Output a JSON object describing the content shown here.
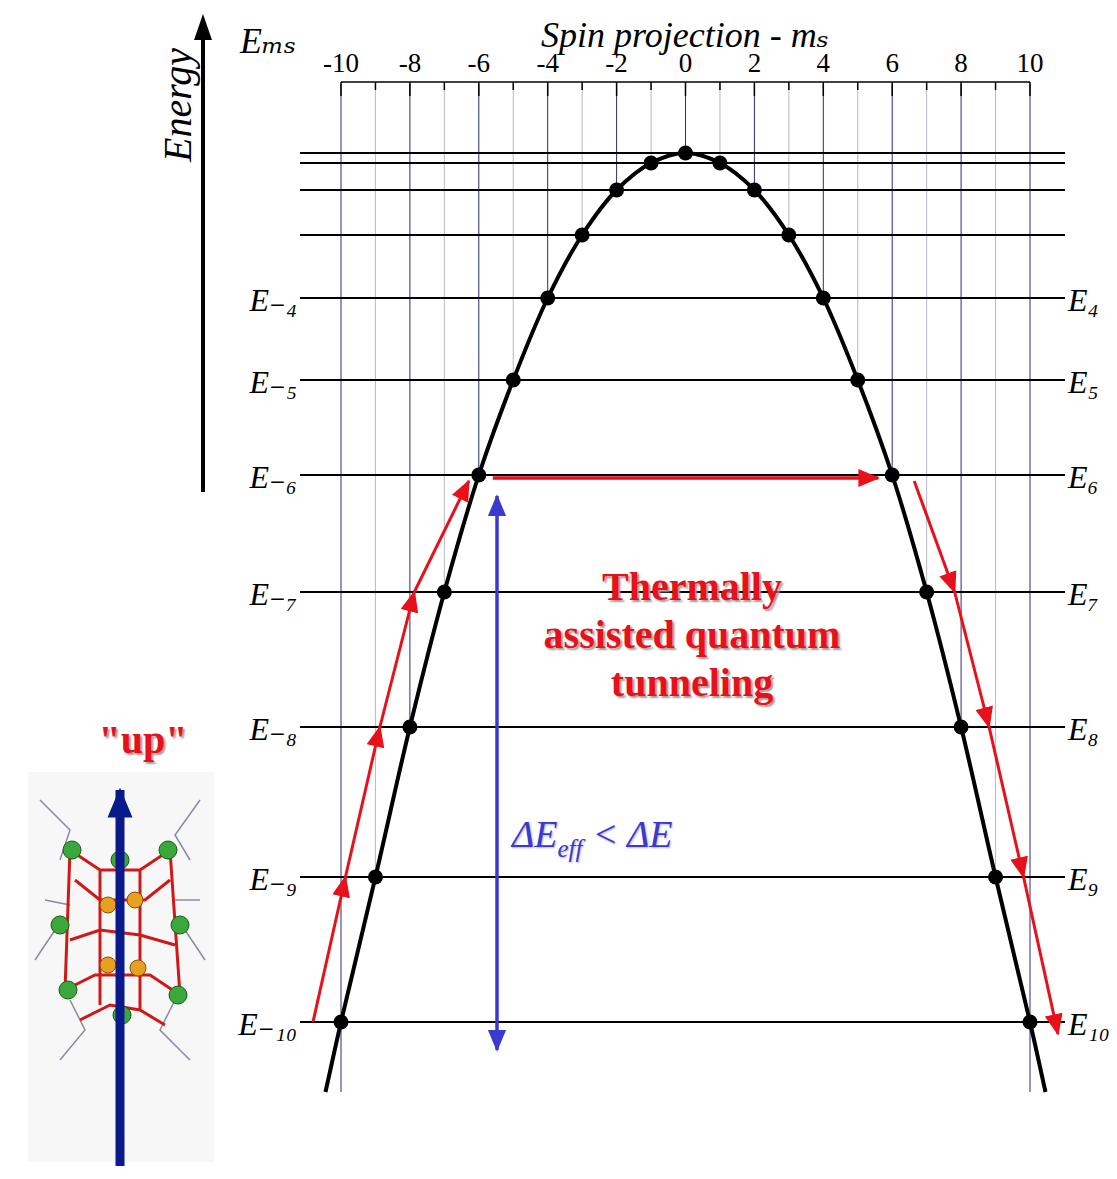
{
  "diagram": {
    "labels": [
      "Eₘₛ",
      "Spin projection - mₛ",
      "Energy",
      "-10",
      "-8",
      "-6",
      "-4",
      "-2",
      "0",
      "2",
      "4",
      "6",
      "8",
      "10",
      "E₋₄",
      "E₋₅",
      "E₋₆",
      "E₋₇",
      "E₋₈",
      "E₋₉",
      "E₋₁₀",
      "E₄",
      "E₅",
      "E₆",
      "E₇",
      "E₈",
      "E₉",
      "E₁₀",
      "Thermally assisted quantum tunneling",
      "ΔE",
      "eff",
      "< ΔE",
      "\"up\""
    ]
  }
}
